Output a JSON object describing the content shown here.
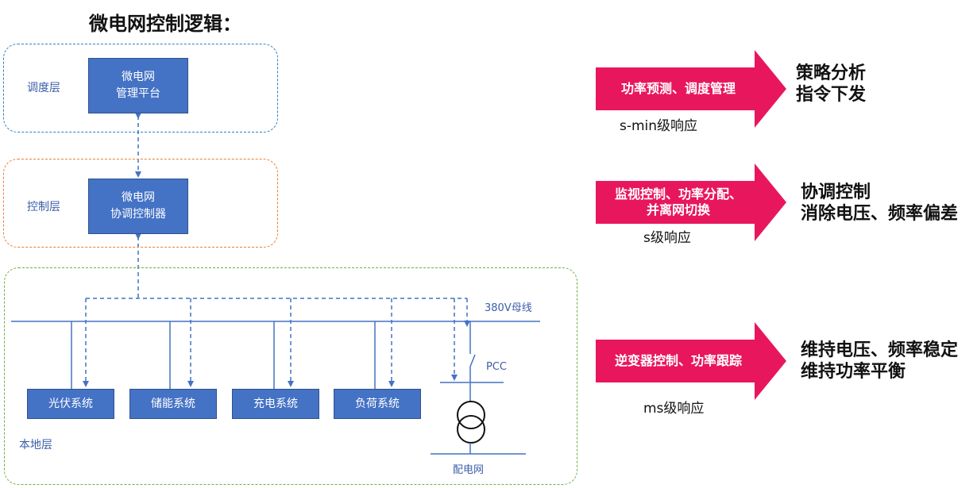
{
  "title": "微电网控制逻辑：",
  "layers": {
    "dispatch": "调度层",
    "control": "控制层",
    "local": "本地层"
  },
  "platform": {
    "line1": "微电网",
    "line2": "管理平台"
  },
  "controller": {
    "line1": "微电网",
    "line2": "协调控制器"
  },
  "subsystems": [
    "光伏系统",
    "储能系统",
    "充电系统",
    "负荷系统"
  ],
  "bus_label": "380V母线",
  "pcc_label": "PCC",
  "grid_label": "配电网",
  "levels": [
    {
      "arrow_lines": [
        "功率预测、调度管理"
      ],
      "response": "s-min级响应",
      "desc_lines": [
        "策略分析",
        "指令下发"
      ]
    },
    {
      "arrow_lines": [
        "监视控制、功率分配、",
        "并离网切换"
      ],
      "response": "s级响应",
      "desc_lines": [
        "协调控制",
        "消除电压、频率偏差"
      ]
    },
    {
      "arrow_lines": [
        "逆变器控制、功率跟踪"
      ],
      "response": "ms级响应",
      "desc_lines": [
        "维持电压、频率稳定",
        "维持功率平衡"
      ]
    }
  ],
  "colors": {
    "box_fill": "#4472c4",
    "arrow_fill": "#e8175d",
    "dispatch_border": "#2e7fc0",
    "control_border": "#ed7d31",
    "local_border": "#70ad47",
    "line": "#4472c4"
  }
}
